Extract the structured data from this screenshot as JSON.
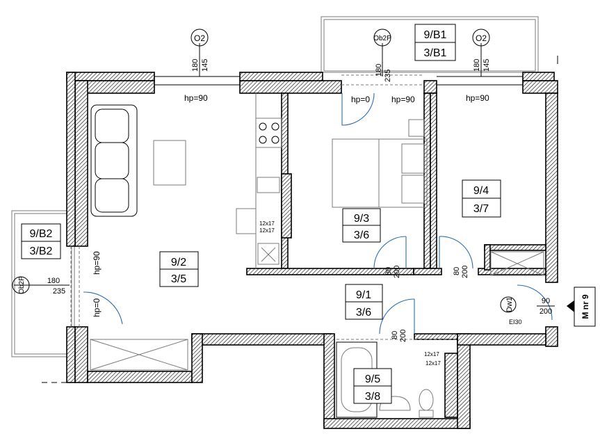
{
  "rooms": [
    {
      "number": "9/2",
      "code": "3/5"
    },
    {
      "number": "9/3",
      "code": "3/6"
    },
    {
      "number": "9/4",
      "code": "3/7"
    },
    {
      "number": "9/1",
      "code": "3/6"
    },
    {
      "number": "9/5",
      "code": "3/8"
    }
  ],
  "balconies": [
    {
      "number": "9/B1",
      "code": "3/B1"
    },
    {
      "number": "9/B2",
      "code": "3/B2"
    }
  ],
  "window_tags": [
    "O2",
    "Ob2P",
    "O2",
    "Ob2P"
  ],
  "window_dims": [
    {
      "width": "180",
      "height": "145",
      "sill": "hp=90"
    },
    {
      "width": "180",
      "height": "235",
      "sill": "hp=0",
      "extra": "hp=90"
    },
    {
      "width": "180",
      "height": "145",
      "sill": "hp=90"
    },
    {
      "width": "180",
      "height": "235",
      "sill": "hp=90",
      "extra": "hp=0"
    }
  ],
  "doors": [
    {
      "w": "80",
      "h": "200"
    },
    {
      "w": "80",
      "h": "200"
    },
    {
      "w": "80",
      "h": "200"
    },
    {
      "w": "90",
      "h": "200"
    }
  ],
  "entrance": {
    "tag": "Dw1",
    "fire": "EI30",
    "apartment": "M nr 9"
  },
  "vents": [
    "12x17",
    "12x17",
    "12x17",
    "12x17"
  ]
}
